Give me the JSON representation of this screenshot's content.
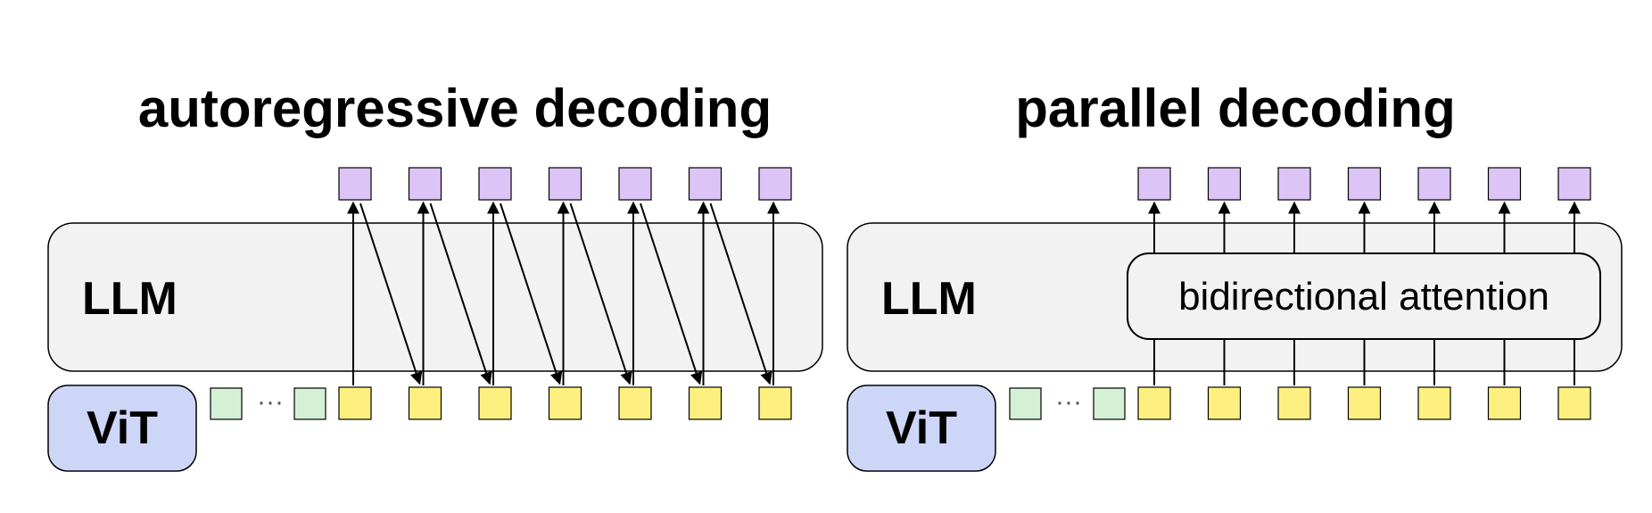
{
  "left_panel": {
    "title": "autoregressive decoding",
    "llm_label": "LLM",
    "vit_label": "ViT",
    "ellipsis": "···",
    "output_token_count": 7
  },
  "right_panel": {
    "title": "parallel decoding",
    "llm_label": "LLM",
    "vit_label": "ViT",
    "ellipsis": "···",
    "attention_label": "bidirectional attention",
    "output_token_count": 7
  },
  "colors": {
    "llm_fill": "#f2f2f2",
    "vit_fill": "#cdd6f7",
    "output_token": "#dcc4f7",
    "input_token": "#fdf080",
    "image_token": "#d5f1d5",
    "stroke": "#000000"
  }
}
